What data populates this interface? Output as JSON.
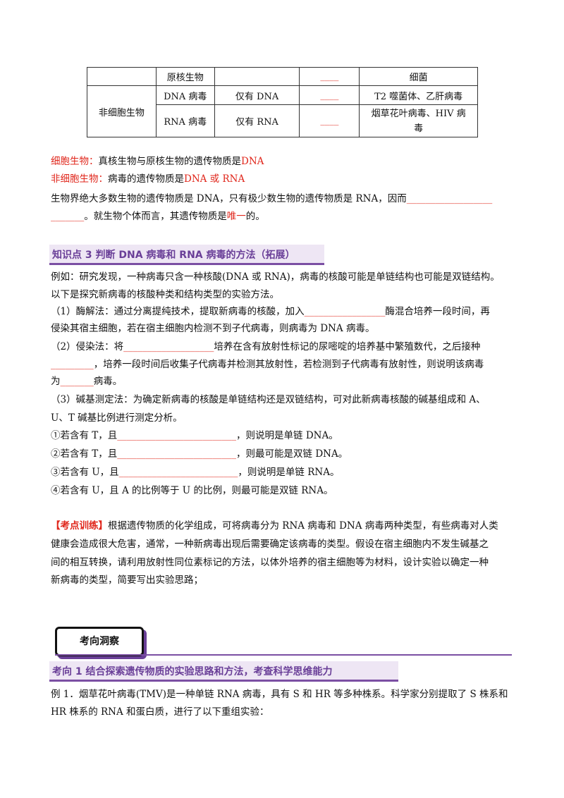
{
  "table": {
    "rows": [
      {
        "c1": "",
        "c2": "原核生物",
        "c3": "",
        "c4": "____",
        "c5": "细菌"
      },
      {
        "c2": "DNA 病毒",
        "c3": "仅有 DNA",
        "c4": "____",
        "c5": "T2 噬菌体、乙肝病毒"
      },
      {
        "c2": "RNA 病毒",
        "c3": "仅有 RNA",
        "c4": "____",
        "c5a": "烟草花叶病毒、HIV 病",
        "c5b": "毒"
      }
    ],
    "group_label": "非细胞生物"
  },
  "notes": {
    "cell_label": "细胞生物：",
    "cell_text": "真核生物与原核生物的遗传物质是",
    "cell_value": "DNA",
    "noncell_label": "非细胞生物：",
    "noncell_text": "病毒的遗传物质是",
    "noncell_value": "DNA 或 RNA",
    "line3": "生物界绝大多数生物的遗传物质是 DNA，只有极少数生物的遗传物质是 RNA，因而",
    "line3_blank": "__________________",
    "line4_blank": "_______",
    "line4_a": "。就生物个体而言，其遗传物质是",
    "line4_b": "唯一",
    "line4_c": "的。"
  },
  "section3": {
    "title": "知识点 3   判断 DNA 病毒和 RNA 病毒的方法（拓展）",
    "p1": "例如：研究发现，一种病毒只含一种核酸(DNA 或 RNA)，病毒的核酸可能是单链结构也可能是双链结构。",
    "p2": "以下是探究新病毒的核酸种类和结构类型的实验方法。",
    "m1a": "（1）酶解法：通过分离提纯技术，提取新病毒的核酸，加入",
    "m1blank": "_________________",
    "m1b": "酶混合培养一段时间，再",
    "m1c": "侵染其宿主细胞，若在宿主细胞内检测不到子代病毒，则病毒为 DNA 病毒。",
    "m2a": "（2）侵染法：将",
    "m2blank": "___________________",
    "m2b": "培养在含有放射性标记的尿嘧啶的培养基中繁殖数代，之后接种",
    "m2blank2": "_________",
    "m2c": "，培养一段时间后收集子代病毒并检测其放射性，若检测到子代病毒有放射性，则说明该病毒",
    "m2d": "为",
    "m2blank3": "_______",
    "m2e": "病毒。",
    "m3a": "（3）碱基测定法：为确定新病毒的核酸是单链结构还是双链结构，可对此新病毒核酸的碱基组成和 A、",
    "m3b": "U、T 碱基比例进行测定分析。",
    "c1a": "①若含有 T，且",
    "c1blank": "_________________________",
    "c1b": "，则说明是单链 DNA。",
    "c2a": "②若含有 T，且",
    "c2blank": "_________________________",
    "c2b": "，则最可能是双链 DNA。",
    "c3a": "③若含有 U，且",
    "c3blank": "_________________________",
    "c3b": "，则说明是单链 RNA。",
    "c4": "④若含有 U，且 A 的比例等于 U 的比例，则最可能是双链 RNA。"
  },
  "training": {
    "label": "【考点训练】",
    "t1": "根据遗传物质的化学组成，可将病毒分为 RNA 病毒和 DNA 病毒两种类型，有些病毒对人类",
    "t2": "健康会造成很大危害，通常，一种新病毒出现后需要确定该病毒的类型。假设在宿主细胞内不发生碱基之",
    "t3": "间的相互转换，请利用放射性同位素标记的方法，以体外培养的宿主细胞等为材料，设计实验以确定一种",
    "t4": "新病毒的类型，简要写出实验思路；"
  },
  "badge": "考向洞察",
  "direction1": {
    "title": "考向 1    结合探索遗传物质的实验思路和方法，考查科学思维能力",
    "e1": "例 1．烟草花叶病毒(TMV)是一种单链 RNA 病毒，具有 S 和 HR 等多种株系。科学家分别提取了 S 株系和",
    "e2": "HR 株系的 RNA 和蛋白质，进行了以下重组实验："
  }
}
